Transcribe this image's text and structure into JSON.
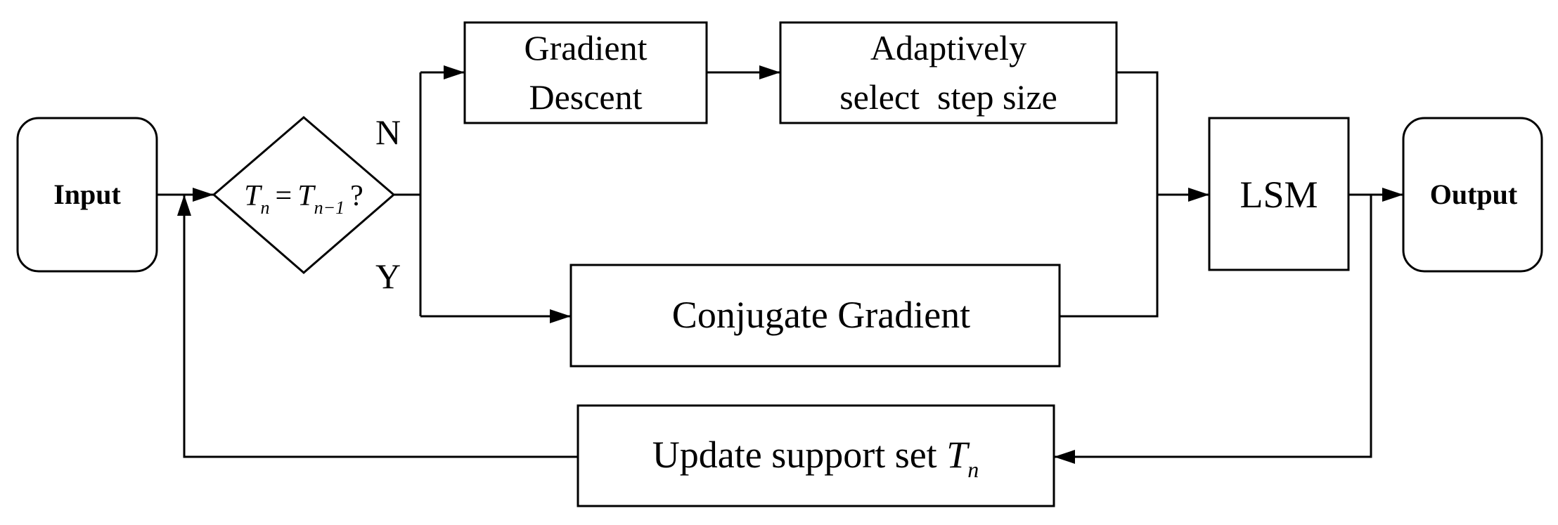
{
  "nodes": {
    "input": {
      "label": "Input"
    },
    "decision": {
      "var": "T",
      "sub1": "n",
      "eq": "=",
      "var2": "T",
      "sub2": "n−1",
      "q": "?"
    },
    "gradient_descent": {
      "line1": "Gradient",
      "line2": "Descent"
    },
    "adaptive": {
      "line1": "Adaptively",
      "line2": "select  step size"
    },
    "conjugate": {
      "label": "Conjugate Gradient"
    },
    "lsm": {
      "label": "LSM"
    },
    "output": {
      "label": "Output"
    },
    "update": {
      "text": "Update support set ",
      "var": "T",
      "sub": "n"
    }
  },
  "edge_labels": {
    "no": "N",
    "yes": "Y"
  }
}
